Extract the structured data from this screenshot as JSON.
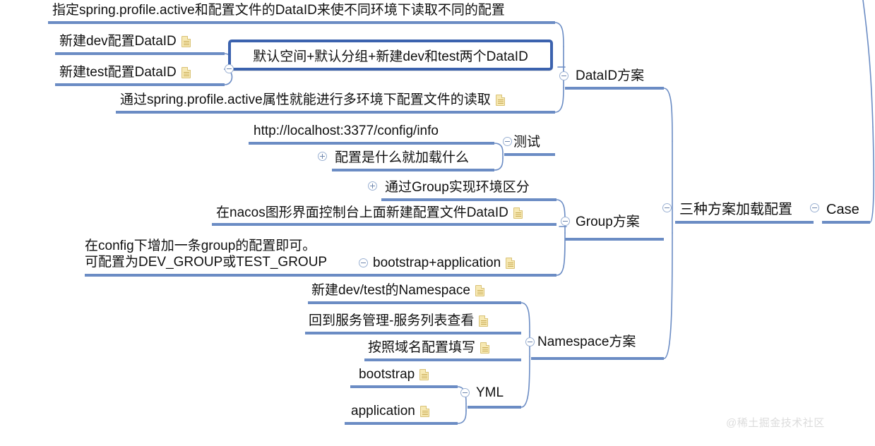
{
  "diagram": {
    "type": "mindmap",
    "title": "三种方案加载配置 Case",
    "line_color": "#6b8cc4",
    "highlight_border_color": "#3b62ae",
    "note_icon_color": "#f7e9b4",
    "background": "#ffffff"
  },
  "watermark": {
    "text": "@稀土掘金技术社区"
  },
  "nodes": {
    "root": {
      "label": "Case"
    },
    "level1": {
      "label": "三种方案加载配置"
    },
    "dataid_branch": {
      "label": "DataID方案"
    },
    "group_branch": {
      "label": "Group方案"
    },
    "namespace_branch": {
      "label": "Namespace方案"
    },
    "test_branch": {
      "label": "测试"
    },
    "yml_branch": {
      "label": "YML"
    },
    "highlight": {
      "label": "默认空间+默认分组+新建dev和test两个DataID"
    },
    "dataid_children": [
      {
        "label": "指定spring.profile.active和配置文件的DataID来使不同环境下读取不同的配置",
        "note": false
      },
      {
        "label": "新建dev配置DataID",
        "note": true
      },
      {
        "label": "新建test配置DataID",
        "note": true
      },
      {
        "label": "通过spring.profile.active属性就能进行多环境下配置文件的读取",
        "note": true
      }
    ],
    "test_children": [
      {
        "label": "http://localhost:3377/config/info",
        "note": false
      },
      {
        "label": "配置是什么就加载什么",
        "note": false,
        "toggle": "plus"
      }
    ],
    "group_children": [
      {
        "label": "通过Group实现环境区分",
        "note": false,
        "toggle": "plus"
      },
      {
        "label": "在nacos图形界面控制台上面新建配置文件DataID",
        "note": true
      },
      {
        "label": "bootstrap+application",
        "note": true
      }
    ],
    "group_note": {
      "label": "在config下增加一条group的配置即可。\n可配置为DEV_GROUP或TEST_GROUP"
    },
    "namespace_children": [
      {
        "label": "新建dev/test的Namespace",
        "note": true
      },
      {
        "label": "回到服务管理-服务列表查看",
        "note": true
      },
      {
        "label": "按照域名配置填写",
        "note": true
      }
    ],
    "yml_children": [
      {
        "label": "bootstrap",
        "note": true
      },
      {
        "label": "application",
        "note": true
      }
    ]
  }
}
